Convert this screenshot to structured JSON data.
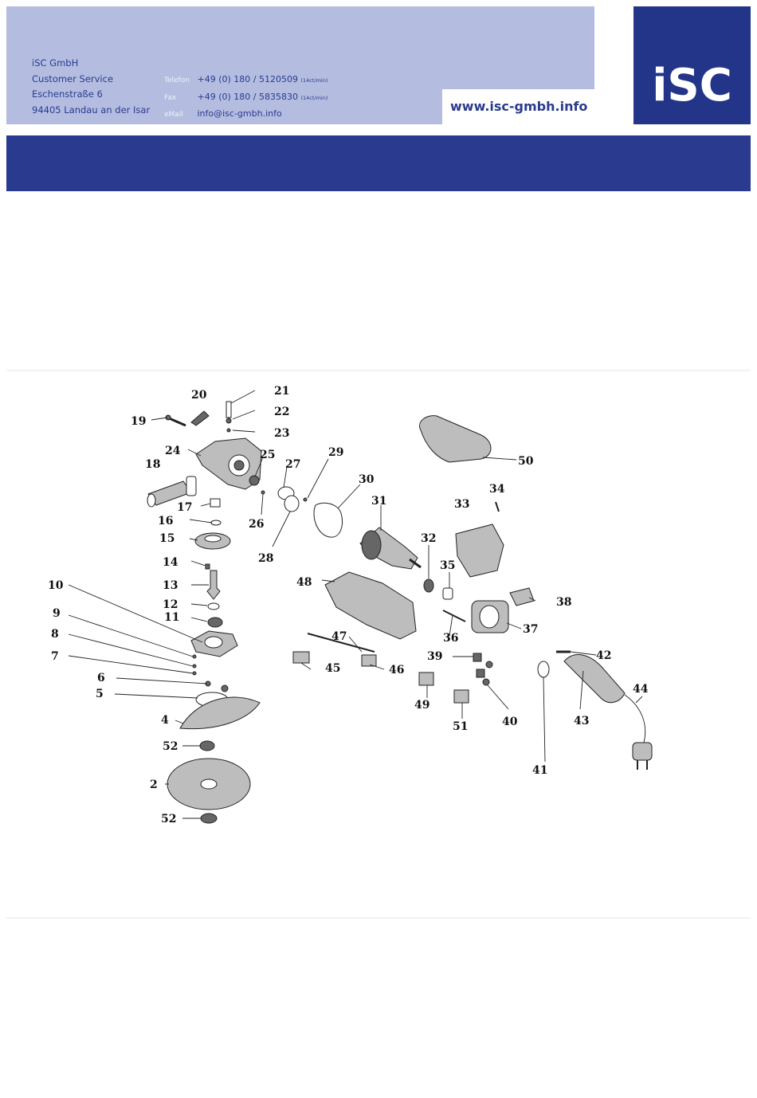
{
  "header": {
    "company_lines": [
      "iSC GmbH",
      "Customer Service",
      "Eschenstraße 6",
      "94405 Landau an der Isar"
    ],
    "contacts": [
      {
        "label": "Telefon",
        "value": "+49 (0) 180 / 5120509",
        "note": "(14ct/min)"
      },
      {
        "label": "Fax",
        "value": "+49 (0) 180 / 5835830",
        "note": "(14ct/min)"
      },
      {
        "label": "eMail",
        "value": "info@isc-gmbh.info",
        "note": ""
      }
    ],
    "website": "www.isc-gmbh.info",
    "logo_text": "iSC"
  },
  "colors": {
    "header_band": "#b4bde0",
    "brand_blue": "#2a3a8f",
    "logo_blue": "#233588"
  },
  "diagram": {
    "part_labels": [
      "21",
      "20",
      "22",
      "19",
      "23",
      "24",
      "25",
      "27",
      "29",
      "18",
      "30",
      "50",
      "31",
      "34",
      "17",
      "26",
      "33",
      "16",
      "28",
      "15",
      "32",
      "35",
      "14",
      "48",
      "10",
      "13",
      "38",
      "12",
      "9",
      "11",
      "37",
      "36",
      "8",
      "47",
      "42",
      "39",
      "7",
      "45",
      "46",
      "6",
      "44",
      "5",
      "49",
      "40",
      "43",
      "51",
      "4",
      "52",
      "41",
      "2",
      "52"
    ]
  }
}
